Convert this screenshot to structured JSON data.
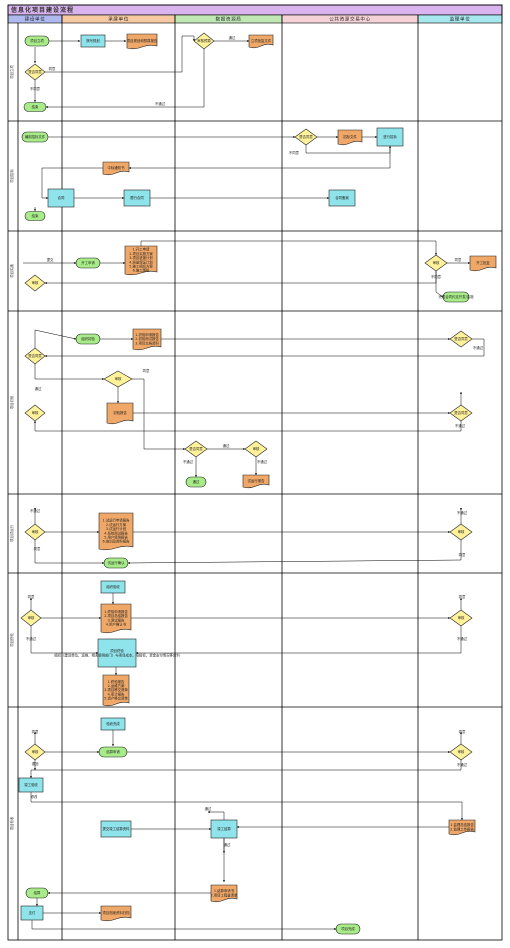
{
  "title": "信息化项目建设流程",
  "columns": [
    {
      "label": "建设单位",
      "color": "#aeb9f0"
    },
    {
      "label": "承建单位",
      "color": "#f6c9a3"
    },
    {
      "label": "数据资源局",
      "color": "#bfe8b5"
    },
    {
      "label": "公共资源交易中心",
      "color": "#f5d2d7"
    },
    {
      "label": "监理单位",
      "color": "#a7e7ee"
    }
  ],
  "rows": [
    {
      "label": "项目立项"
    },
    {
      "label": "项目招标"
    },
    {
      "label": "项目实施"
    },
    {
      "label": "项目初验"
    },
    {
      "label": "项目试运行"
    },
    {
      "label": "项目终验"
    },
    {
      "label": "项目验收"
    }
  ],
  "colors": {
    "process": "#8fe3ea",
    "terminal": "#a7ec88",
    "document": "#f0a868",
    "decision": "#fff29a",
    "title_bar": "#d9b4ee"
  },
  "nodes": {
    "n1": "项目立项",
    "n2": "撰写规划",
    "n3": "项目规划和预算报告",
    "n4": "审核预算",
    "n5": "立项批复文件",
    "n6": "是否同意",
    "n7": "结束",
    "n8": "编制招标文件",
    "n9": "是否同意",
    "n10": "招标文件",
    "n11": "进行招标",
    "n12": "中标通知书",
    "n13": "合同",
    "n14": "履行合同",
    "n15": "合同备案",
    "n16": "结束",
    "n17": "开工申请",
    "n18": "1.开工申请\n2.项目实施方案\n3.项目进度计划\n4.质量保证计划\n5.施工组织方案\n6.施工图纸",
    "n19": "审核",
    "n20": "开工批复",
    "n21": "审核",
    "n22": "完成合同约定开发/实施",
    "n23": "组织初验",
    "n24": "1.初验申请报告\n2.初验测试报告\n3.项目文档资料",
    "n25": "是否同意",
    "n26": "是否同意",
    "n27": "初验报告",
    "n28": "审核",
    "n29": "审核",
    "n30": "是否同意",
    "n31": "是否同意",
    "n32": "通过",
    "n33": "试运行报告",
    "n34": "审核",
    "n35": "1.试运行申请报告\n2.试运行方案\n3.试运行计划\n4.系统测试报告\n5.用户使用报告\n6.培训及资料报告",
    "n36": "试运行确认",
    "n37": "审核",
    "n38": "组织验收",
    "n39": "审核",
    "n40": "1.终验申请报告\n2.项目总结报告\n3.测试报告\n4.用户确认书",
    "n41": "审核",
    "n42": "项目终验\n组织（建设单位、运维、相关使用部门）与项目成本、招投标、资金支付情况等资料",
    "n43": "1.终验报告\n2.运维方案\n3.项目移交清单\n4.审计报告\n5.资产移交清单",
    "n44": "验收完成",
    "n45": "审核",
    "n46": "审核",
    "n47": "结算申请",
    "n48": "竣工验收",
    "n49": "1.监理总结报告\n2.监理工作报告",
    "n50": "提交竣工结算资料",
    "n51": "审核",
    "n52": "竣工结算",
    "n53": "1.结算申请书\n2.项目工程量清单",
    "n54": "结算",
    "n55": "支付",
    "n56": "项目档案资料归档",
    "n57": "项目完成"
  },
  "edge_labels": {
    "agree": "同意",
    "disagree": "不同意",
    "pass": "通过",
    "not_pass": "不通过",
    "submit": "提交",
    "reject": "退回",
    "change": "修改"
  }
}
